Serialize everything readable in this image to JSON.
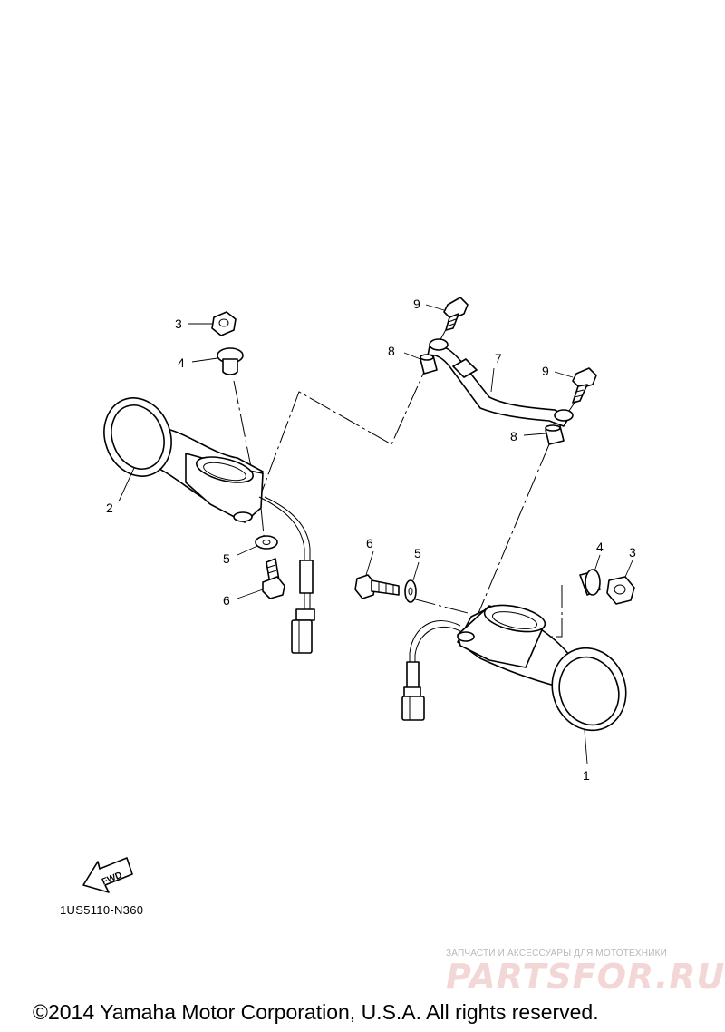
{
  "callouts": {
    "c1": "1",
    "c2": "2",
    "c3_left": "3",
    "c4_left": "4",
    "c5_left": "5",
    "c6_left": "6",
    "c3_right": "3",
    "c4_right": "4",
    "c5_right": "5",
    "c6_right": "6",
    "c7": "7",
    "c8_upper": "8",
    "c8_lower": "8",
    "c9_upper": "9",
    "c9_lower": "9"
  },
  "fwd_label": "FWD",
  "diagram_code": "1US5110-N360",
  "watermark": {
    "tagline": "ЗАПЧАСТИ И АКСЕССУАРЫ ДЛЯ МОТОТЕХНИКИ",
    "logo": "PARTSFOR.RU"
  },
  "copyright": "©2014 Yamaha Motor Corporation, U.S.A. All rights reserved."
}
